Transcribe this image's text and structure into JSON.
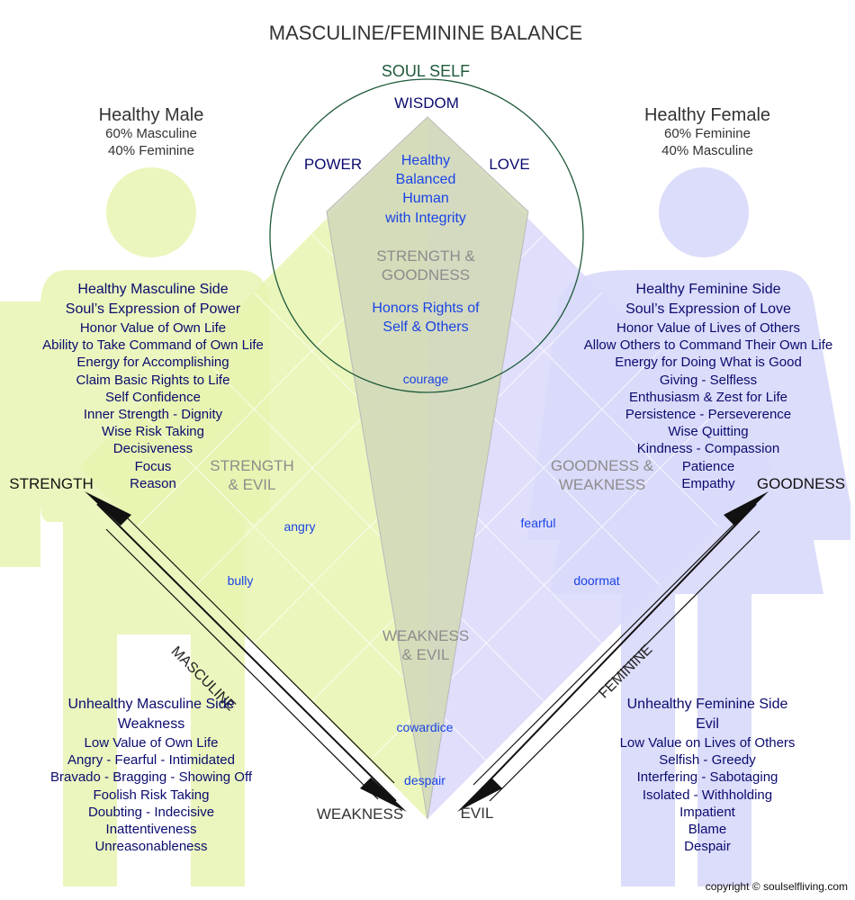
{
  "title": "MASCULINE/FEMININE BALANCE",
  "soul_self": "SOUL SELF",
  "circle": {
    "wisdom": "WISDOM",
    "power": "POWER",
    "love": "LOVE",
    "healthy_lines": [
      "Healthy",
      "Balanced",
      "Human",
      "with Integrity"
    ],
    "strength_goodness": [
      "STRENGTH &",
      "GOODNESS"
    ],
    "honors": [
      "Honors Rights of",
      "Self & Others"
    ],
    "courage": "courage"
  },
  "healthy_male": {
    "title": "Healthy Male",
    "lines": [
      "60% Masculine",
      "40% Feminine"
    ]
  },
  "healthy_female": {
    "title": "Healthy Female",
    "lines": [
      "60% Feminine",
      "40% Masculine"
    ]
  },
  "healthy_masculine_side": {
    "heading": "Healthy Masculine Side",
    "subheading": "Soul’s Expression of Power",
    "items": [
      "Honor Value of Own Life",
      "Ability to Take Command of Own Life",
      "Energy for Accomplishing",
      "Claim Basic Rights to Life",
      "Self Confidence",
      "Inner Strength - Dignity",
      "Wise Risk Taking",
      "Decisiveness",
      "Focus",
      "Reason"
    ]
  },
  "healthy_feminine_side": {
    "heading": "Healthy Feminine Side",
    "subheading": "Soul’s Expression of Love",
    "items": [
      "Honor Value of Lives of Others",
      "Allow Others to Command Their Own Life",
      "Energy for Doing What is Good",
      "Giving - Selfless",
      "Enthusiasm & Zest for Life",
      "Persistence - Perseverence",
      "Wise Quitting",
      "Kindness - Compassion",
      "Patience",
      "Empathy"
    ]
  },
  "unhealthy_masculine_side": {
    "heading": "Unhealthy Masculine  Side",
    "subheading": "Weakness",
    "items": [
      "Low Value of Own Life",
      "Angry - Fearful - Intimidated",
      "Bravado - Bragging - Showing Off",
      "Foolish Risk Taking",
      "Doubting - Indecisive",
      "Inattentiveness",
      "Unreasonableness"
    ]
  },
  "unhealthy_feminine_side": {
    "heading": "Unhealthy Feminine Side",
    "subheading": "Evil",
    "items": [
      "Low Value on Lives of Others",
      "Selfish - Greedy",
      "Interfering - Sabotaging",
      "Isolated - Withholding",
      "Impatient",
      "Blame",
      "Despair"
    ]
  },
  "corners": {
    "strength": "STRENGTH",
    "goodness": "GOODNESS",
    "weakness": "WEAKNESS",
    "evil": "EVIL"
  },
  "quadrants": {
    "strength_evil": [
      "STRENGTH",
      "& EVIL"
    ],
    "goodness_weakness": [
      "GOODNESS &",
      "WEAKNESS"
    ],
    "weakness_evil": [
      "WEAKNESS",
      "& EVIL"
    ]
  },
  "inner_words": {
    "angry": "angry",
    "bully": "bully",
    "fearful": "fearful",
    "doormat": "doormat",
    "cowardice": "cowardice",
    "despair": "despair"
  },
  "axes": {
    "masculine": "MASCULINE",
    "feminine": "FEMININE"
  },
  "copyright": "copyright © soulselfliving.com",
  "colors": {
    "masculine_fill": "#e8f5b3",
    "feminine_fill": "#dcdcfa",
    "center_fill": "#d6dcbd",
    "text_navy": "#0b0b6e",
    "text_blue": "#1a44e6",
    "text_gray": "#8c8c8c",
    "circle_stroke": "#1f5a3a"
  }
}
